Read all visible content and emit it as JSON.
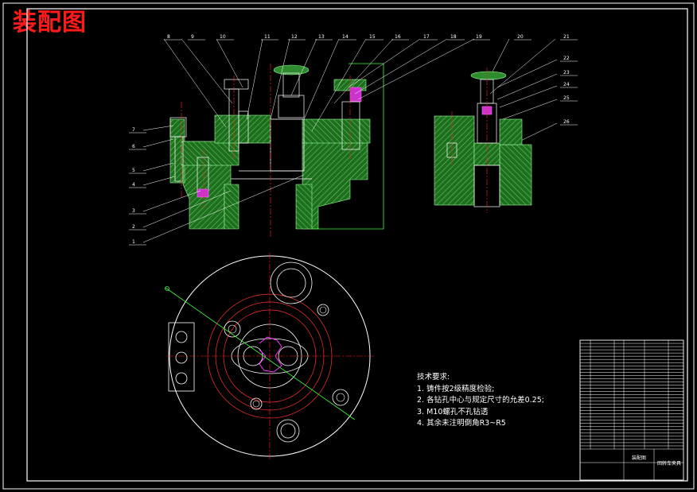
{
  "title": "装配图",
  "part_labels_top": [
    "8",
    "9",
    "10",
    "11",
    "12",
    "13",
    "14",
    "15",
    "16",
    "17",
    "18",
    "19",
    "20",
    "21"
  ],
  "part_labels_left": [
    "7",
    "6",
    "5",
    "4",
    "3",
    "2",
    "1"
  ],
  "part_labels_right": [
    "22",
    "23",
    "24",
    "25",
    "26"
  ],
  "tech_requirements": {
    "heading": "技术要求:",
    "items": [
      "1. 铸件按2级精度检验;",
      "2. 各钻孔中心与规定尺寸的允差0.25;",
      "3. M10螺孔不孔钻透",
      "4. 其余未注明倒角R3~R5"
    ]
  },
  "title_block": {
    "drawing_name": "装配图",
    "product_name": "回转车夹具"
  },
  "colors": {
    "background": "#000000",
    "frame": "#ffffff",
    "section_hatch": "#2e8b2e",
    "centerline": "#ff2020",
    "highlight": "#ff33ff",
    "title": "#ff1a1a"
  }
}
